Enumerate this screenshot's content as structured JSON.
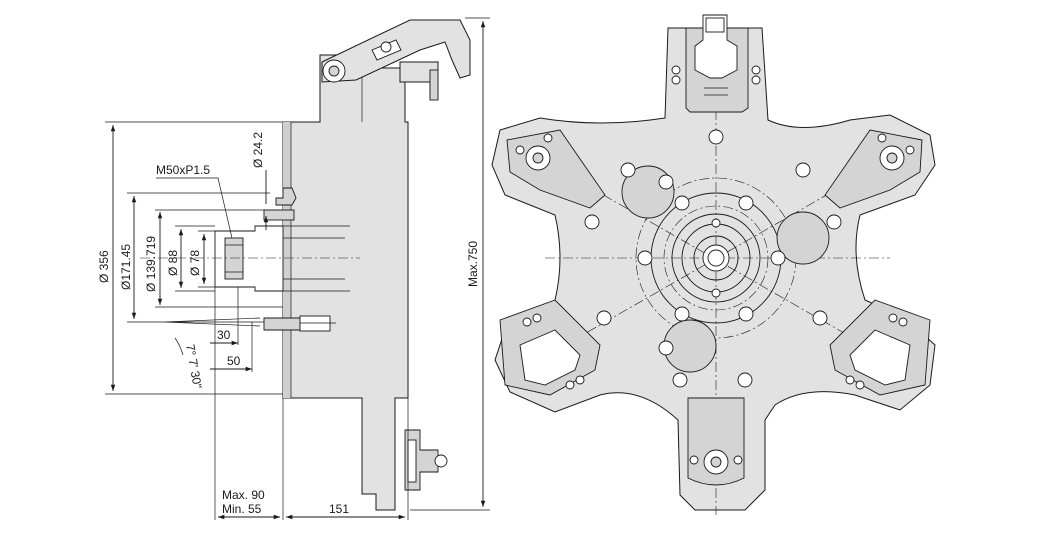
{
  "drawing": {
    "side_view": {
      "labels": {
        "thread": "M50xP1.5",
        "d356": "Ø 356",
        "d171": "Ø171.45",
        "d139": "Ø 139.719",
        "d88": "Ø 88",
        "d78": "Ø 78",
        "d24": "Ø 24.2",
        "dim30": "30",
        "dim50": "50",
        "taper": "7° 7' 30\"",
        "max90": "Max. 90",
        "min55": "Min.  55",
        "dim151": "151",
        "max750": "Max.750"
      }
    }
  }
}
